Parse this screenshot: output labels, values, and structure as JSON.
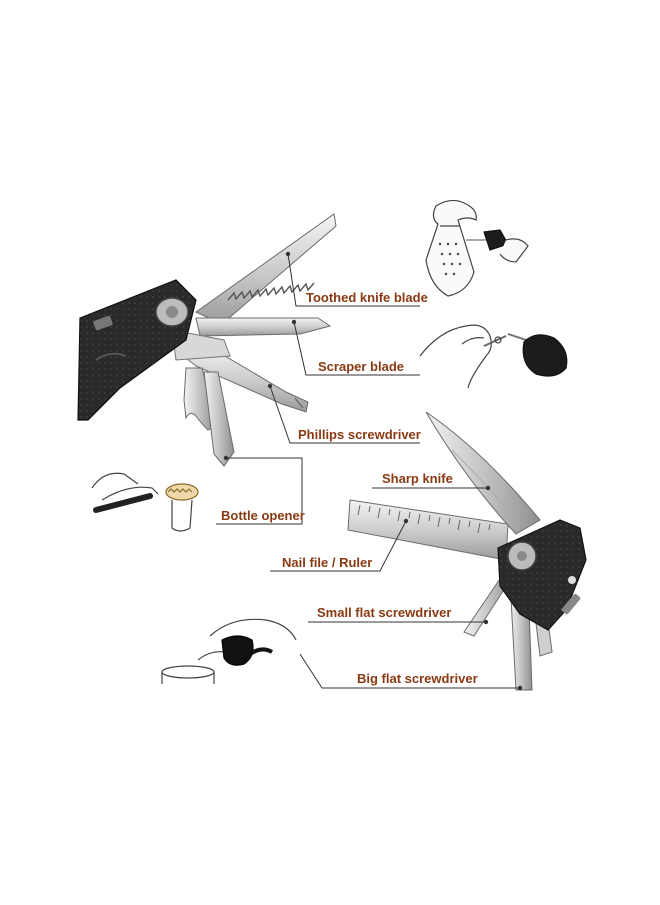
{
  "colors": {
    "label_text": "#8a3a12",
    "leader_line": "#333333",
    "handle": "#2b2b2b",
    "steel_light": "#e9e9e9",
    "steel_mid": "#bdbdbd",
    "steel_dark": "#8d8d8d"
  },
  "labels": {
    "toothed_knife_blade": "Toothed knife blade",
    "scraper_blade": "Scraper blade",
    "phillips_screwdriver": "Phillips screwdriver",
    "bottle_opener": "Bottle opener",
    "sharp_knife": "Sharp knife",
    "nail_file_ruler": "Nail file / Ruler",
    "small_flat_screwdriver": "Small flat screwdriver",
    "big_flat_screwdriver": "Big flat screwdriver"
  }
}
